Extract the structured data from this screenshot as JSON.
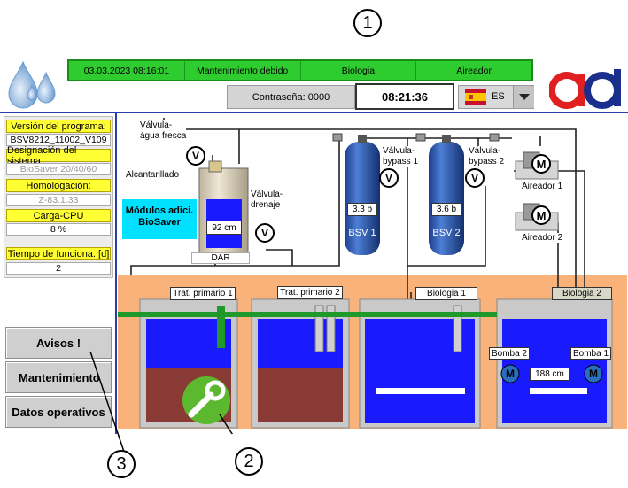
{
  "status_bar": {
    "datetime": "03.03.2023 08:16:01",
    "maintenance": "Mantenimiento debido",
    "stage": "Biologia",
    "aerator": "Aireador"
  },
  "header": {
    "password_label": "Contraseña: 0000",
    "clock": "08:21:36",
    "language": "ES"
  },
  "sidebar": {
    "program_version_label": "Versión del programa:",
    "program_version_value": "BSV8212_11002_V109",
    "system_designation_label": "Designación del sistema",
    "system_designation_value": "BioSaver 20/40/60",
    "approval_label": "Homologación:",
    "approval_value": "Z-83.1.33",
    "cpu_load_label": "Carga-CPU",
    "cpu_load_value": "8 %",
    "runtime_label": "Tiempo de funciona. [d]",
    "runtime_value": "2"
  },
  "nav": {
    "alarms": "Avisos !",
    "maintenance": "Mantenimiento",
    "operating_data": "Datos operativos"
  },
  "diagram": {
    "fresh_water_valve": [
      "Válvula-",
      "água fresca"
    ],
    "sewer": "Alcantarillado",
    "drain_valve": [
      "Válvula-",
      "drenaje"
    ],
    "modules": [
      "Módulos adici.",
      "BioSaver"
    ],
    "level_dar": "92 cm",
    "dar": "DAR",
    "bypass1": [
      "Válvula-",
      "bypass 1"
    ],
    "bypass2": [
      "Válvula-",
      "bypass 2"
    ],
    "bsv1_pressure": "3.3 b",
    "bsv1": "BSV 1",
    "bsv2_pressure": "3.6 b",
    "bsv2": "BSV 2",
    "aerator1": "Aireador 1",
    "aerator2": "Aireador 2",
    "tank1": "Trat. primario 1",
    "tank2": "Trat. primario 2",
    "tank3": "Biologia 1",
    "tank4": "Biologia 2",
    "pump2": "Bomba 2",
    "pump1": "Bomba 1",
    "level_bio": "188 cm",
    "valve_symbol": "V",
    "motor_symbol": "M"
  },
  "callouts": [
    "1",
    "2",
    "3"
  ]
}
